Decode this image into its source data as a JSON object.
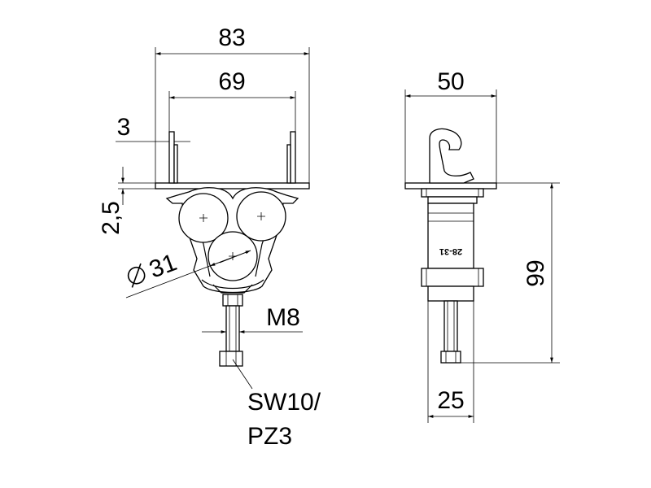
{
  "dimensions": {
    "overall_width": "83",
    "inner_width": "69",
    "plate_thickness": "3",
    "offset": "2,5",
    "cable_diameter": "31",
    "thread": "M8",
    "tool_line1": "SW10/",
    "tool_line2": "PZ3",
    "side_width": "50",
    "height": "99",
    "bolt_width": "25"
  },
  "marking": "28-31",
  "colors": {
    "line": "#000000",
    "background": "#ffffff"
  }
}
